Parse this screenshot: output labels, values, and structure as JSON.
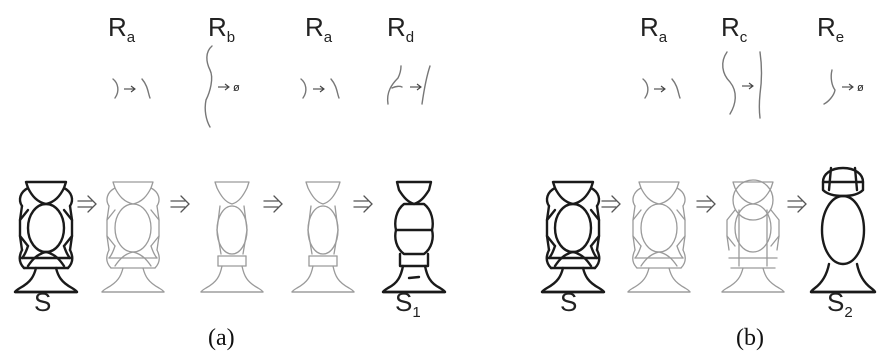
{
  "panel_a": {
    "caption": "(a)",
    "rules": [
      {
        "main": "R",
        "sub": "a",
        "result": ""
      },
      {
        "main": "R",
        "sub": "b",
        "result": "ø"
      },
      {
        "main": "R",
        "sub": "a",
        "result": ""
      },
      {
        "main": "R",
        "sub": "d",
        "result": ""
      }
    ],
    "start_label": {
      "main": "S",
      "sub": ""
    },
    "end_label": {
      "main": "S",
      "sub": "1"
    },
    "implies_symbol": "⇒"
  },
  "panel_b": {
    "caption": "(b)",
    "rules": [
      {
        "main": "R",
        "sub": "a",
        "result": ""
      },
      {
        "main": "R",
        "sub": "c",
        "result": ""
      },
      {
        "main": "R",
        "sub": "e",
        "result": "ø"
      }
    ],
    "start_label": {
      "main": "S",
      "sub": ""
    },
    "end_label": {
      "main": "S",
      "sub": "2"
    },
    "implies_symbol": "⇒"
  },
  "colors": {
    "dark_stroke": "#1a1a1a",
    "light_stroke": "#9a9a9a",
    "background": "#ffffff"
  }
}
